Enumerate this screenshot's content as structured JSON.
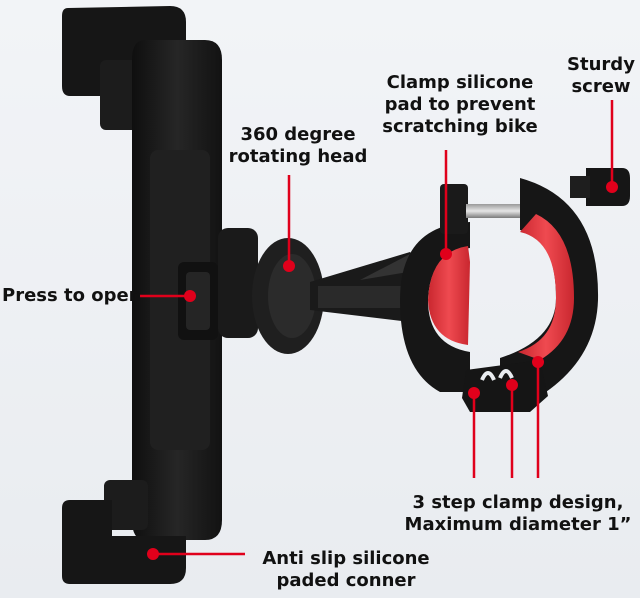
{
  "callouts": {
    "sturdy_screw": [
      "Sturdy",
      "screw"
    ],
    "clamp_pad": [
      "Clamp silicone",
      "pad to prevent",
      "scratching bike"
    ],
    "rotating_head": [
      "360 degree",
      "rotating head"
    ],
    "press_open": [
      "Press to open"
    ],
    "step_clamp": [
      "3 step clamp design,",
      "Maximum diameter 1”"
    ],
    "anti_slip": [
      "Anti slip silicone",
      "paded conner"
    ]
  },
  "colors": {
    "marker": "#e0001b",
    "product_black": "#1b1b1b",
    "silicone_red": "#e3343c"
  }
}
